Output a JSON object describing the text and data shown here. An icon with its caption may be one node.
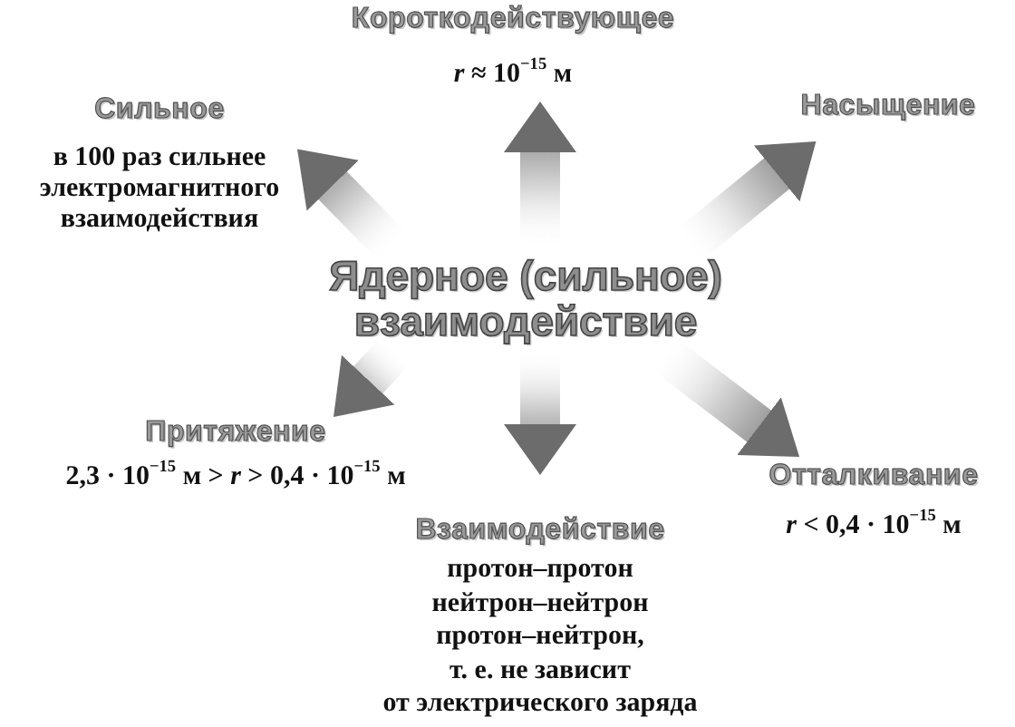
{
  "diagram": {
    "nodes": [
      {
        "text": [
          "Короткодействующее",
          "*r* ≈ 10$^{−15}$ м"
        ]
      },
      {
        "text": [
          "Сильное",
          "в 100 раз сильнее электромагнитного взаимодействия"
        ]
      },
      {
        "text": [
          "Насыщение"
        ]
      },
      {
        "text": [
          "Ядерное (сильное) взаимодействие"
        ]
      },
      {
        "text": [
          "Притяжение",
          "2,3 · 10$^{−15}$ м > *r* > 0,4 · 10$^{−15}$ м"
        ]
      },
      {
        "text": [
          "Взаимодействие",
          "протон–протон нейтрон–нейтрон протон–нейтрон, т. е. не зависит от электрического заряда"
        ]
      },
      {
        "text": [
          "Отталкивание",
          "*r* < 0,4 · 10$^{−15}$ м"
        ]
      }
    ],
    "edges": [
      {
        "from": 3,
        "to": 0,
        "arrow": "to"
      },
      {
        "from": 3,
        "to": 1,
        "arrow": "to"
      },
      {
        "from": 3,
        "to": 2,
        "arrow": "to"
      },
      {
        "from": 3,
        "to": 4,
        "arrow": "to"
      },
      {
        "from": 3,
        "to": 5,
        "arrow": "to"
      },
      {
        "from": 3,
        "to": 6,
        "arrow": "to"
      }
    ]
  }
}
